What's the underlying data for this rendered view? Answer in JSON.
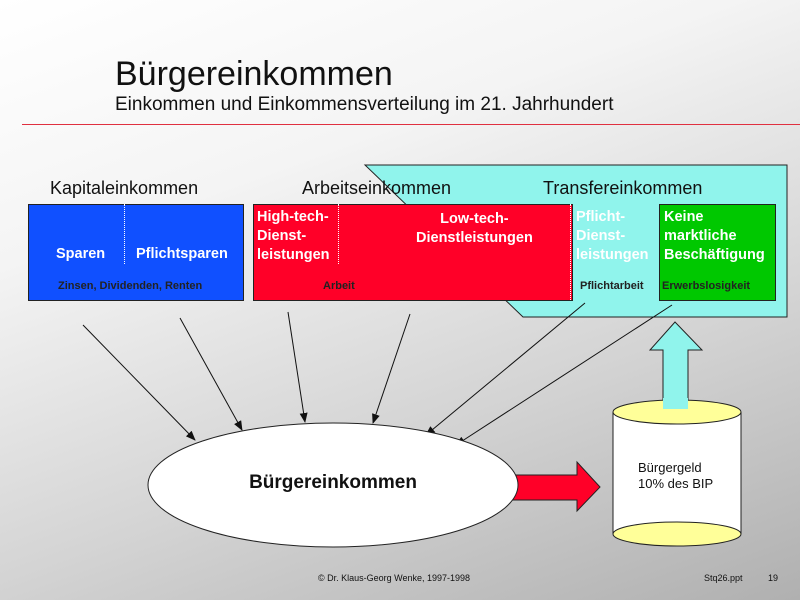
{
  "title": "Bürgereinkommen",
  "subtitle": "Einkommen und Einkommensverteilung im 21. Jahrhundert",
  "headers": {
    "kapital": "Kapitaleinkommen",
    "arbeit": "Arbeitseinkommen",
    "transfer": "Transfereinkommen"
  },
  "blue_box": {
    "left": "Sparen",
    "right": "Pflichtsparen",
    "label": "Zinsen, Dividenden, Renten"
  },
  "red_box": {
    "hightech": [
      "High-tech-",
      "Dienst-",
      "leistungen"
    ],
    "lowtech": [
      "Low-tech-",
      "Dienstleistungen"
    ],
    "pflicht": [
      "Pflicht-",
      "Dienst-",
      "leistungen"
    ],
    "label_arbeit": "Arbeit",
    "label_pflicht": "Pflichtarbeit"
  },
  "green_box": {
    "lines": [
      "Keine",
      "marktliche",
      "Beschäftigung"
    ],
    "label": "Erwerbslosigkeit"
  },
  "center": "Bürgereinkommen",
  "cylinder": {
    "line1": "Bürgergeld",
    "line2": "10% des BIP"
  },
  "footer": {
    "copyright": "© Dr. Klaus-Georg Wenke, 1997-1998",
    "file": "Stq26.ppt",
    "page": "19"
  },
  "colors": {
    "blue": "#1050ff",
    "red": "#ff0028",
    "green": "#00c800",
    "cyan": "#90f4ec",
    "yellow": "#ffff99"
  }
}
